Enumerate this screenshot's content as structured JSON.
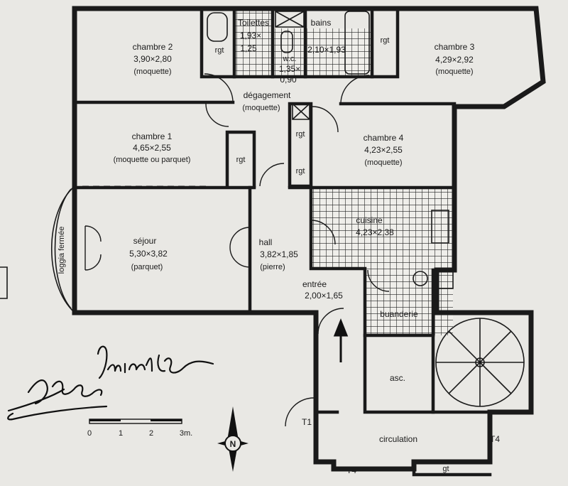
{
  "rooms": {
    "chambre2": {
      "name": "chambre 2",
      "dims": "3,90×2,80",
      "floor": "(moquette)"
    },
    "chambre3": {
      "name": "chambre 3",
      "dims": "4,29×2,92",
      "floor": "(moquette)"
    },
    "chambre1": {
      "name": "chambre 1",
      "dims": "4,65×2,55",
      "floor": "(moquette ou parquet)"
    },
    "chambre4": {
      "name": "chambre 4",
      "dims": "4,23×2,55",
      "floor": "(moquette)"
    },
    "toilettes": {
      "name": "Toilettes",
      "dims1": "1,93×",
      "dims2": "1,25"
    },
    "wc": {
      "name": "w.c.",
      "dims1": "1,35×",
      "dims2": "0,90"
    },
    "bains": {
      "name": "bains",
      "dims": "2,10×1,93"
    },
    "degagement": {
      "name": "dégagement",
      "floor": "(moquette)"
    },
    "sejour": {
      "name": "séjour",
      "dims": "5,30×3,82",
      "floor": "(parquet)"
    },
    "hall": {
      "name": "hall",
      "dims": "3,82×1,85",
      "floor": "(pierre)"
    },
    "cuisine": {
      "name": "cuisine",
      "dims": "4,23×2,38"
    },
    "entree": {
      "name": "entrée",
      "dims": "2,00×1,65"
    },
    "buanderie": {
      "name": "buanderie"
    },
    "asc": {
      "name": "asc."
    },
    "circulation": {
      "name": "circulation"
    },
    "loggia": {
      "name": "loggia fermée"
    }
  },
  "storage_labels": {
    "rgt": "rgt",
    "gt": "gt"
  },
  "stairs_labels": {
    "t1": "T1",
    "t4": "T4"
  },
  "scale_bar": {
    "ticks": [
      "0",
      "1",
      "2",
      "3m."
    ]
  },
  "compass": {
    "label": "N"
  }
}
